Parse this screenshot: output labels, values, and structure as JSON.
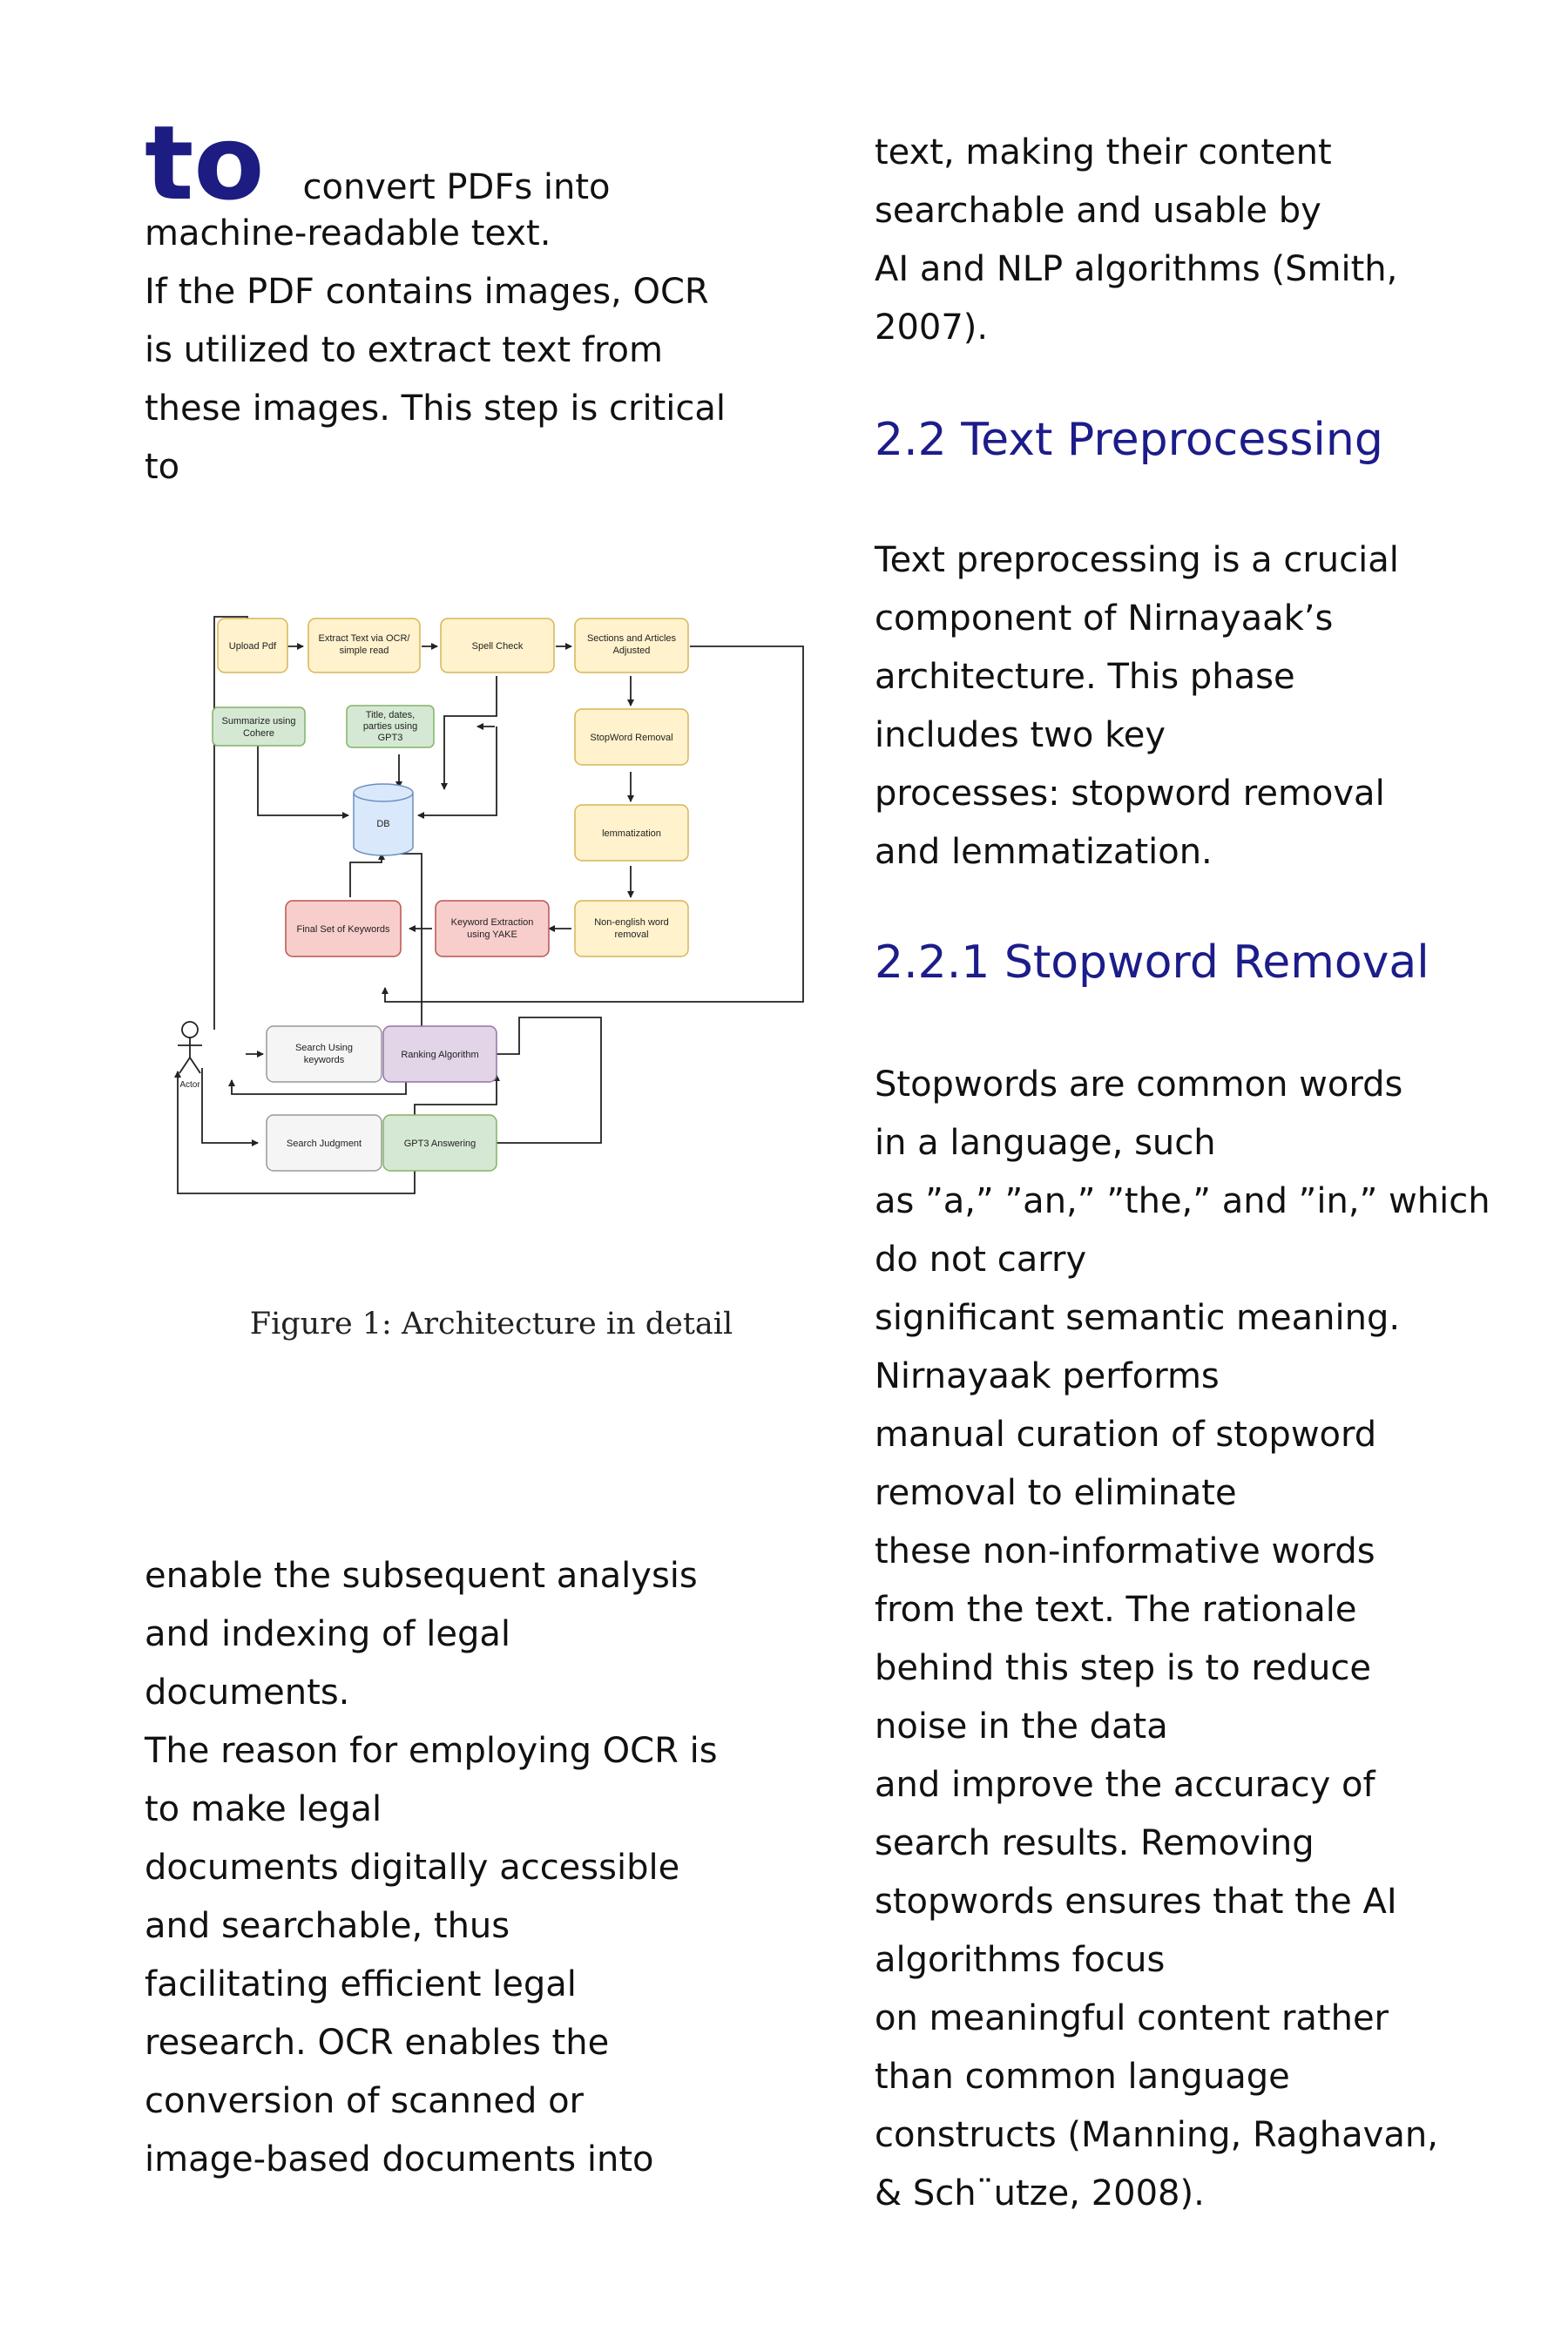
{
  "left_column": {
    "drop_cap": "to",
    "para1_lines": [
      "convert PDFs into",
      "machine-readable text.",
      "If the PDF contains images, OCR",
      "is utilized to extract text from",
      "these images. This step is critical",
      "to"
    ],
    "para2_lines": [
      "enable the subsequent analysis",
      "and indexing of legal",
      "documents.",
      "The reason for employing OCR is",
      "to make legal",
      "documents digitally accessible",
      "and searchable, thus",
      "facilitating efficient legal",
      "research. OCR enables the",
      "conversion of scanned or",
      "image-based documents into"
    ]
  },
  "figure": {
    "caption": "Figure 1: Architecture in detail",
    "nodes": {
      "upload": "Upload Pdf",
      "extract_1": "Extract Text via OCR/",
      "extract_2": "simple read",
      "spell": "Spell Check",
      "sections_1": "Sections and Articles",
      "sections_2": "Adjusted",
      "summarize_1": "Summarize using",
      "summarize_2": "Cohere",
      "title_1": "Title, dates,",
      "title_2": "parties using",
      "title_3": "GPT3",
      "db": "DB",
      "stopword": "StopWord Removal",
      "lemma": "lemmatization",
      "final": "Final Set of Keywords",
      "keyword_1": "Keyword Extraction",
      "keyword_2": "using YAKE",
      "nonenglish_1": "Non-english word",
      "nonenglish_2": "removal",
      "search_kw_1": "Search Using",
      "search_kw_2": "keywords",
      "ranking": "Ranking Algorithm",
      "judgment": "Search Judgment",
      "gpt3": "GPT3  Answering",
      "actor": "Actor"
    }
  },
  "right_column": {
    "para1_lines": [
      "text, making their content",
      "searchable and usable by",
      "AI and NLP algorithms (Smith,",
      "2007)."
    ],
    "heading_2_2": "2.2 Text Preprocessing",
    "para2_lines": [
      "Text preprocessing is a crucial",
      "component of Nirnayaak’s",
      "architecture. This phase",
      "includes two key",
      "processes: stopword removal",
      "and lemmatization."
    ],
    "heading_2_2_1": "2.2.1 Stopword Removal",
    "para3_lines": [
      "Stopwords are common words",
      "in a language, such",
      "as ”a,” ”an,” ”the,” and ”in,” which",
      "do not carry",
      "significant semantic meaning.",
      "Nirnayaak performs",
      "manual curation of stopword",
      "removal to eliminate",
      "these non-informative words",
      "from the text. The rationale",
      "behind this step is to reduce",
      "noise in the data",
      "and improve the accuracy of",
      "search results. Removing",
      "stopwords ensures that the AI",
      "algorithms focus",
      "on meaningful content rather",
      "than common language",
      "constructs (Manning, Raghavan,",
      "& Sch¨utze, 2008)."
    ]
  },
  "colors": {
    "heading": "#1c1c8a",
    "yellow_node": "#fff2cc",
    "green_node": "#d5e8d4",
    "red_node": "#f8cecc",
    "purple_node": "#e1d5e7",
    "gray_node": "#f5f5f5",
    "blue_db": "#dae8fc"
  }
}
